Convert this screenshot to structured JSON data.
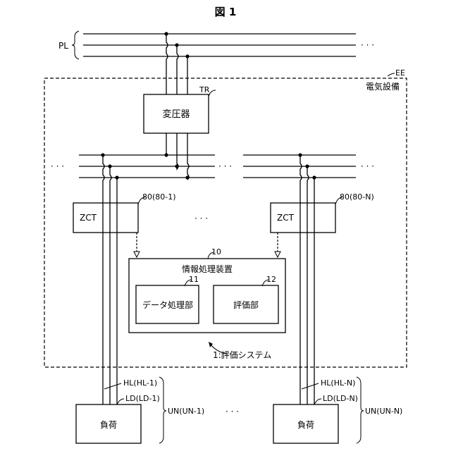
{
  "figure": {
    "title": "図 1"
  },
  "labels": {
    "pl": "PL",
    "ee": "EE",
    "equipment": "電気設備",
    "tr": "TR",
    "zct_ref_1": "80(80-1)",
    "zct_ref_n": "80(80-N)",
    "info_ref": "10",
    "data_ref": "11",
    "eval_ref": "12",
    "system": "1:評価システム",
    "hl_1": "HL(HL-1)",
    "ld_1": "LD(LD-1)",
    "un_1": "UN(UN-1)",
    "hl_n": "HL(HL-N)",
    "ld_n": "LD(LD-N)",
    "un_n": "UN(UN-N)"
  },
  "boxes": {
    "transformer": "変圧器",
    "zct_1": "ZCT",
    "zct_n": "ZCT",
    "info": "情報処理装置",
    "data": "データ処理部",
    "eval": "評価部",
    "load_1": "負荷",
    "load_n": "負荷"
  },
  "ellipsis": "· · ·"
}
